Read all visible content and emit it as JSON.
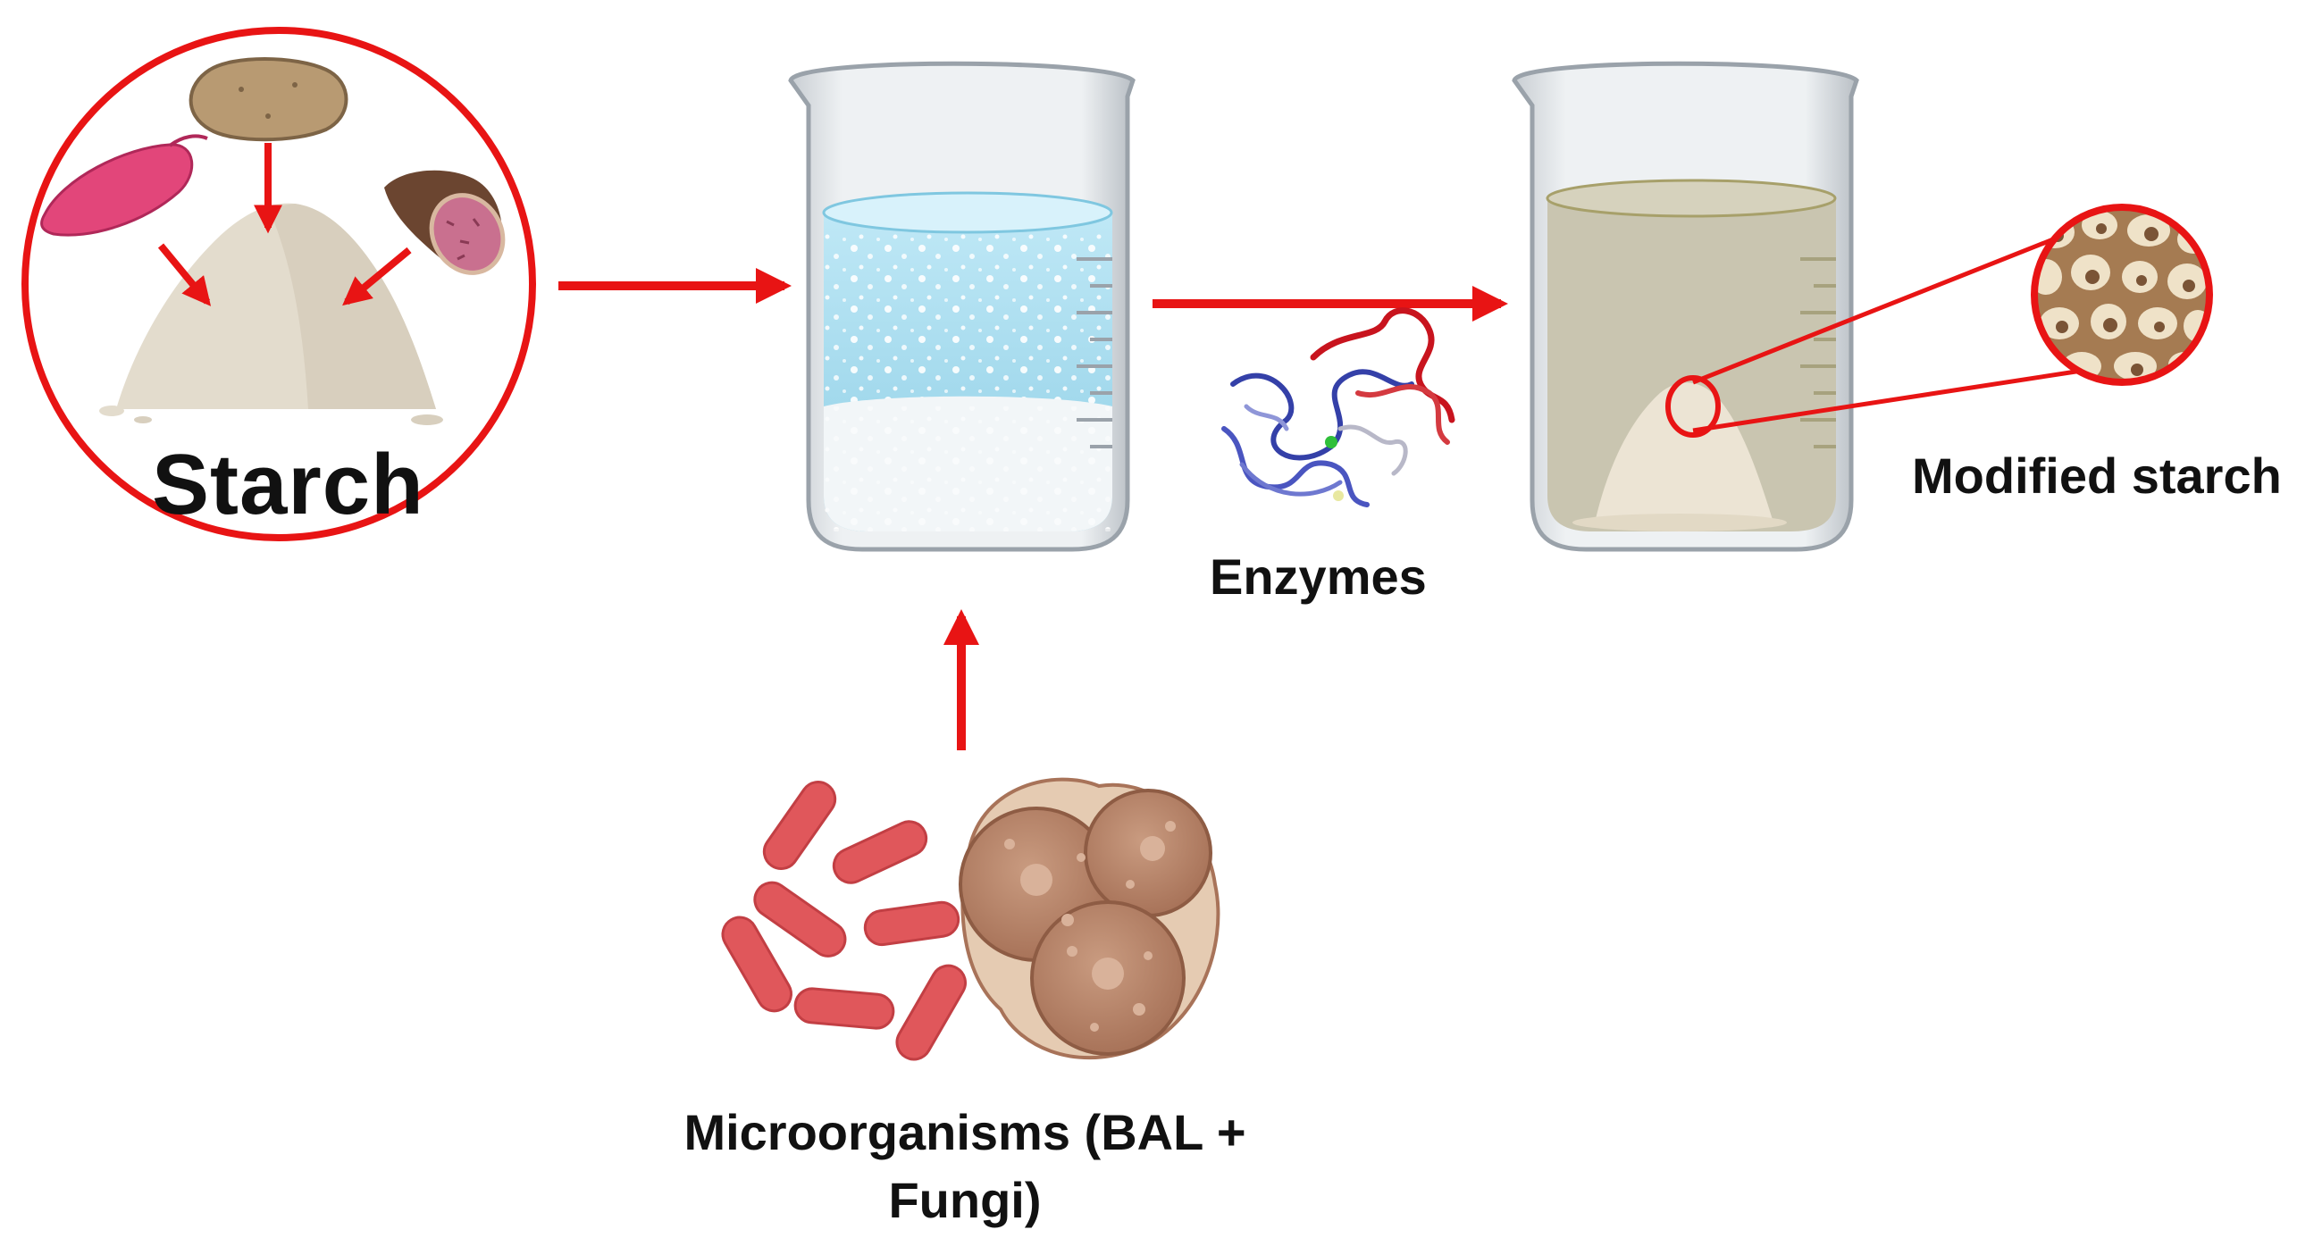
{
  "labels": {
    "starch": "Starch",
    "enzymes": "Enzymes",
    "modified_starch": "Modified starch",
    "microorganisms": "Microorganisms (BAL + Fungi)"
  },
  "colors": {
    "arrow": "#e81414",
    "water": "#a9ddef",
    "starch_powder": "#e3dccd",
    "bacteria": "#e0575b",
    "fungi": "#b8876c",
    "fermented_liquid": "#c9c5b0",
    "enzyme_red": "#c8141e",
    "enzyme_blue": "#3440a8"
  },
  "icons": [
    "potato-icon",
    "sweet-potato-icon",
    "taro-icon",
    "starch-pile-icon",
    "beaker-icon",
    "enzyme-structure-icon",
    "bacteria-icon",
    "fungi-cells-icon",
    "magnifier-icon"
  ]
}
